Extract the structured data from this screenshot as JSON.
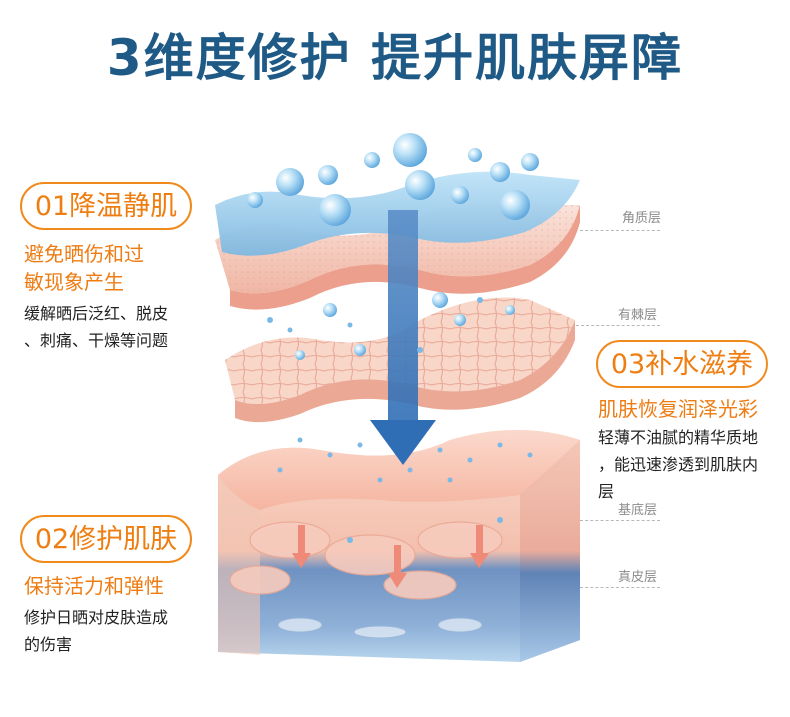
{
  "title": "3维度修护 提升肌肤屏障",
  "panels": [
    {
      "label": "01降温静肌",
      "subtitle_lines": [
        "避免晒伤和过",
        "敏现象产生"
      ],
      "desc_lines": [
        "缓解晒后泛红、脱皮",
        "、刺痛、干燥等问题"
      ]
    },
    {
      "label": "02修护肌肤",
      "subtitle_lines": [
        "保持活力和弹性"
      ],
      "desc_lines": [
        "修护日晒对皮肤造成",
        "的伤害"
      ]
    },
    {
      "label": "03补水滋养",
      "subtitle_lines": [
        "肌肤恢复润泽光彩"
      ],
      "desc_lines": [
        "轻薄不油腻的精华质地",
        "，能迅速渗透到肌肤内",
        "层"
      ]
    }
  ],
  "layers": [
    "角质层",
    "有棘层",
    "基底层",
    "真皮层"
  ],
  "colors": {
    "title": "#1e5a85",
    "accent": "#ef7e12",
    "bubble": "#8cc8ee",
    "skin": "#f4c2b2"
  }
}
